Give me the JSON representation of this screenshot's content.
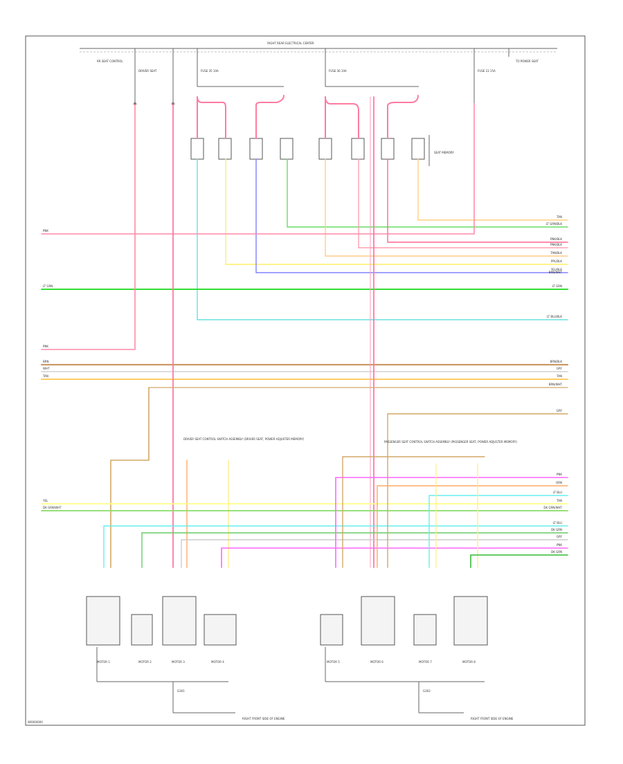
{
  "diagram": {
    "footer_code": "W0000000",
    "top_bus_label": "RIGHT REAR ELECTRICAL CENTER",
    "top_fuses": [
      {
        "id": "fuse-1",
        "label": "RR SEAT CONTROL"
      },
      {
        "id": "fuse-2",
        "label": "DRIVER SEAT"
      },
      {
        "id": "fuse-3",
        "label": "FUSE 35 10A"
      },
      {
        "id": "fuse-4",
        "label": "FUSE 36 10A"
      },
      {
        "id": "fuse-5",
        "label": "FUSE 23 15A"
      },
      {
        "id": "fuse-6",
        "label": "TO POWER SEAT"
      }
    ],
    "relay_group_label": "SEAT MEMORY",
    "wire_labels": {
      "pnk_top": "PNK",
      "ltgrn": "LT GRN",
      "pnk_mid": "PNK",
      "brn": "BRN",
      "wht": "WHT",
      "tan": "TAN",
      "ylw": "YEL",
      "dkgrn": "DK GRN/WHT"
    },
    "right_labels": [
      "TAN",
      "LT GRN/BLK",
      "PNK/BLK",
      "PNK/BLK",
      "TAN/BLK",
      "PPL/BLK",
      "YEL/BLK",
      "BRN/WHT",
      "LT GRN",
      "LT BLU/BLK",
      "BRN/BLK",
      "GRY",
      "TAN",
      "BRN/WHT",
      "GRY",
      "PNK",
      "ORN",
      "LT BLU",
      "TAN",
      "DK GRN/WHT",
      "LT BLU",
      "DK GRN",
      "GRY",
      "PNK",
      "DK GRN"
    ],
    "left_module_title": "DRIVER SEAT CONTROL SWITCH ASSEMBLY (DRIVER SEAT, POWER ADJUSTER MEMORY)",
    "right_module_title": "PASSENGER SEAT CONTROL SWITCH ASSEMBLY (PASSENGER SEAT, POWER ADJUSTER MEMORY)",
    "motor_labels": [
      "MOTOR 1",
      "MOTOR 2",
      "MOTOR 3",
      "MOTOR 4",
      "MOTOR 5",
      "MOTOR 6",
      "MOTOR 7",
      "MOTOR 8"
    ],
    "ground_left": "G301",
    "ground_right": "G302",
    "ground_note_left": "RIGHT FRONT SIDE OF ENGINE",
    "ground_note_right": "RIGHT FRONT SIDE OF ENGINE"
  }
}
